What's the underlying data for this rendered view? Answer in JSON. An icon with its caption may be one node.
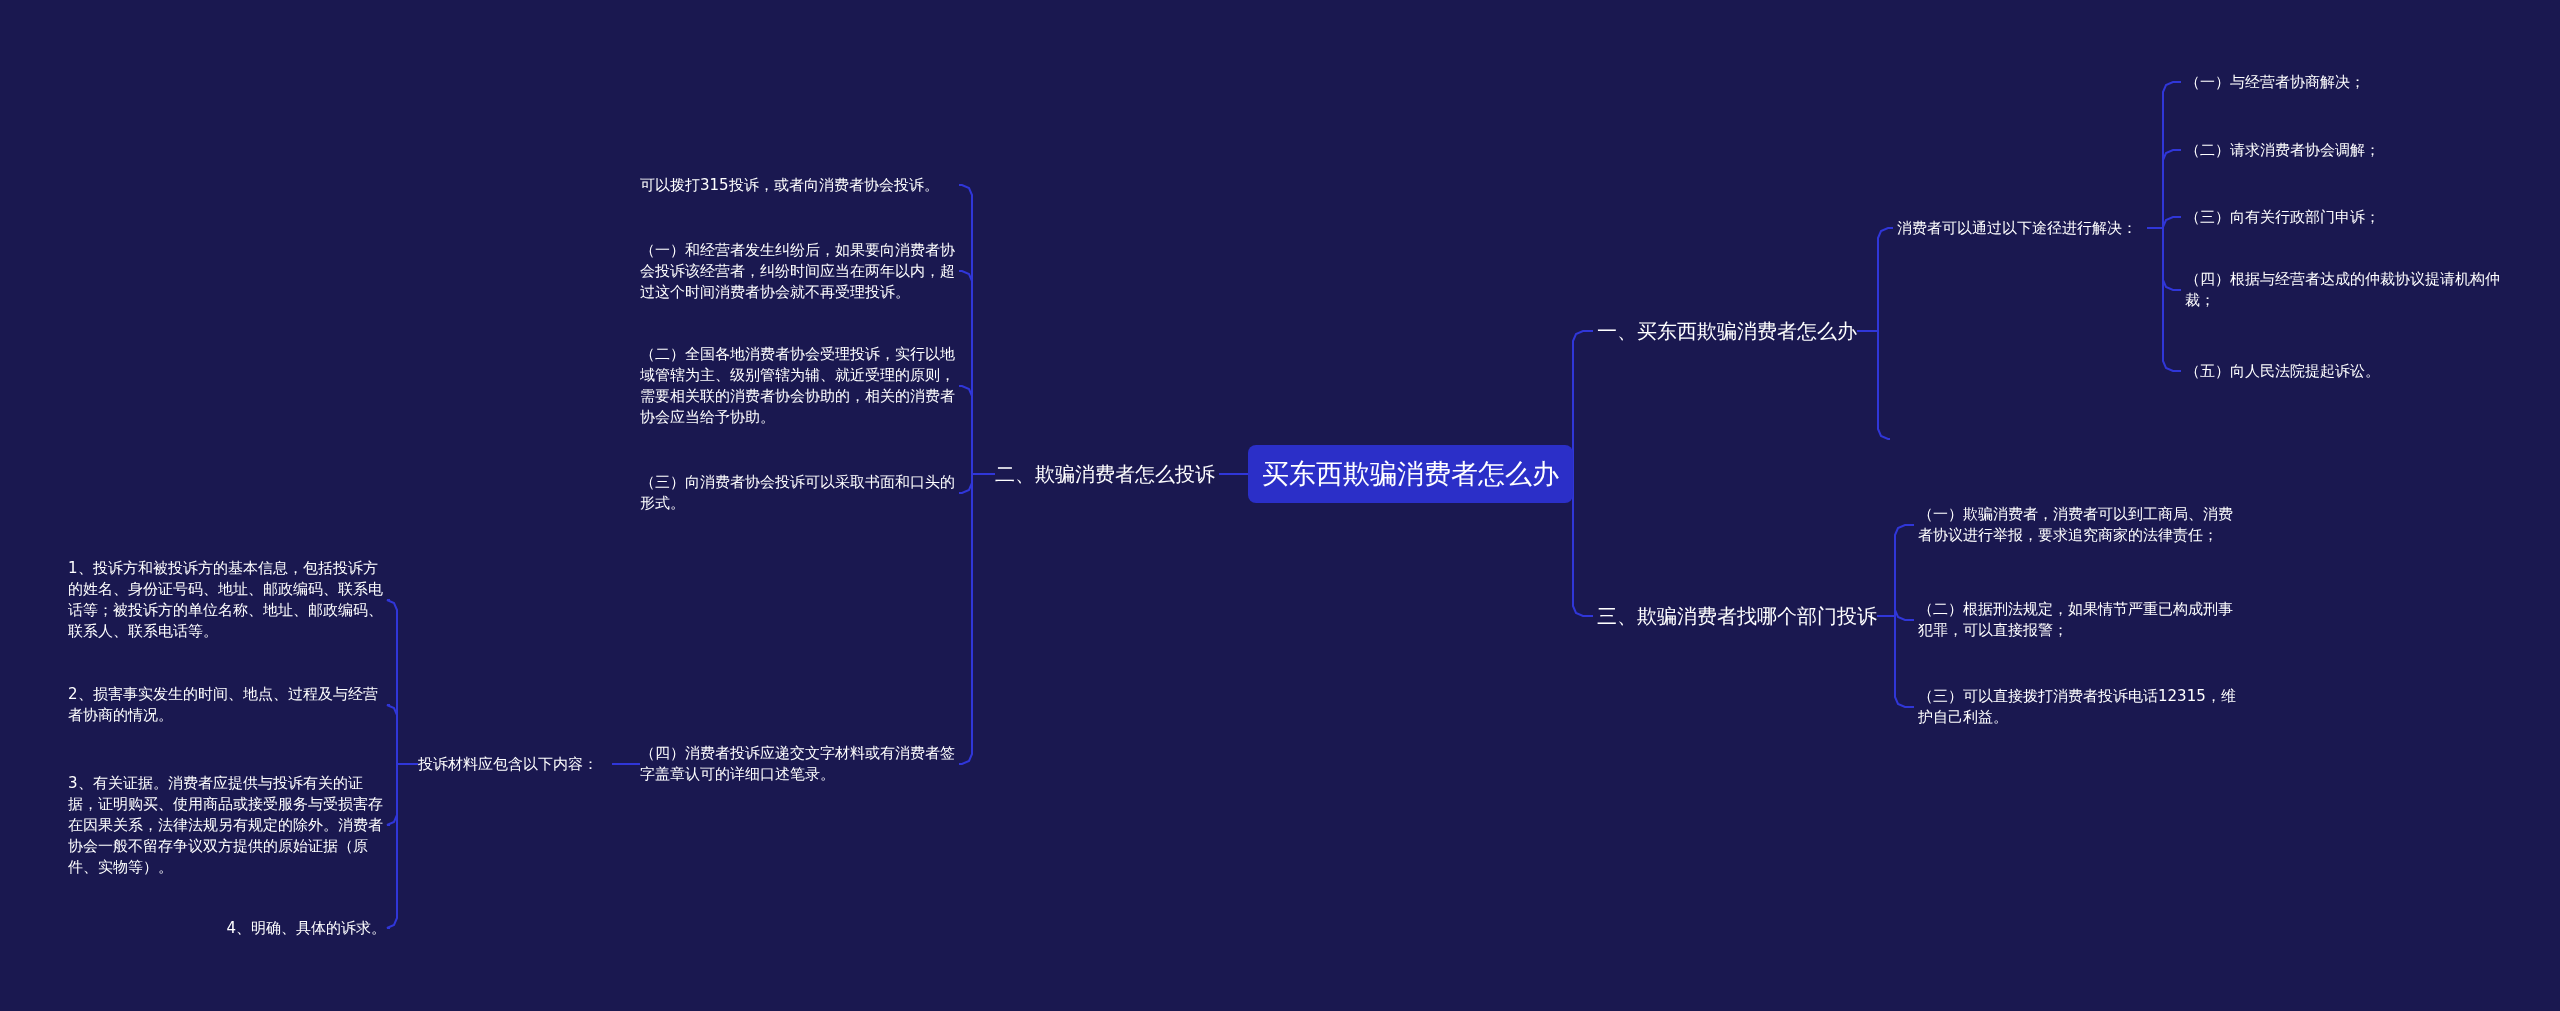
{
  "diagram": {
    "nodes": [
      {
        "text": [
          "买东西欺骗消费者怎么办"
        ]
      },
      {
        "text": [
          "一、买东西欺骗消费者怎么办"
        ]
      },
      {
        "text": [
          "消费者可以通过以下途径进行解决："
        ]
      },
      {
        "text": [
          "（一）与经营者协商解决；"
        ]
      },
      {
        "text": [
          "（二）请求消费者协会调解；"
        ]
      },
      {
        "text": [
          "（三）向有关行政部门申诉；"
        ]
      },
      {
        "text": [
          "（四）根据与经营者达成的仲裁协议提请机构仲裁；"
        ]
      },
      {
        "text": [
          "（五）向人民法院提起诉讼。"
        ]
      },
      {
        "text": [
          "三、欺骗消费者找哪个部门投诉"
        ]
      },
      {
        "text": [
          "（一）欺骗消费者，消费者可以到工商局、消费者协议进行举报，要求追究商家的法律责任；"
        ]
      },
      {
        "text": [
          "（二）根据刑法规定，如果情节严重已构成刑事犯罪，可以直接报警；"
        ]
      },
      {
        "text": [
          "（三）可以直接拨打消费者投诉电话12315，维护自己利益。"
        ]
      },
      {
        "text": [
          "二、欺骗消费者怎么投诉"
        ]
      },
      {
        "text": [
          "可以拨打315投诉，或者向消费者协会投诉。"
        ]
      },
      {
        "text": [
          "（一）和经营者发生纠纷后，如果要向消费者协会投诉该经营者，纠纷时间应当在两年以内，超过这个时间消费者协会就不再受理投诉。"
        ]
      },
      {
        "text": [
          "（二）全国各地消费者协会受理投诉，实行以地域管辖为主、级别管辖为辅、就近受理的原则，需要相关联的消费者协会协助的，相关的消费者协会应当给予协助。"
        ]
      },
      {
        "text": [
          "（三）向消费者协会投诉可以采取书面和口头的形式。"
        ]
      },
      {
        "text": [
          "（四）消费者投诉应递交文字材料或有消费者签字盖章认可的详细口述笔录。"
        ]
      },
      {
        "text": [
          "投诉材料应包含以下内容："
        ]
      },
      {
        "text": [
          "1、投诉方和被投诉方的基本信息，包括投诉方的姓名、身份证号码、地址、邮政编码、联系电话等；被投诉方的单位名称、地址、邮政编码、联系人、联系电话等。"
        ]
      },
      {
        "text": [
          "2、损害事实发生的时间、地点、过程及与经营者协商的情况。"
        ]
      },
      {
        "text": [
          "3、有关证据。消费者应提供与投诉有关的证据，证明购买、使用商品或接受服务与受损害存在因果关系，法律法规另有规定的除外。消费者协会一般不留存争议双方提供的原始证据（原件、实物等）。"
        ]
      },
      {
        "text": [
          "4、明确、具体的诉求。"
        ]
      }
    ],
    "edges": [
      {
        "from": 0,
        "to": 1,
        "arrow": "none"
      },
      {
        "from": 0,
        "to": 8,
        "arrow": "none"
      },
      {
        "from": 0,
        "to": 12,
        "arrow": "none"
      },
      {
        "from": 1,
        "to": 2,
        "arrow": "none"
      },
      {
        "from": 1,
        "to": null,
        "arrow": "none"
      },
      {
        "from": 2,
        "to": 3,
        "arrow": "none"
      },
      {
        "from": 2,
        "to": 4,
        "arrow": "none"
      },
      {
        "from": 2,
        "to": 5,
        "arrow": "none"
      },
      {
        "from": 2,
        "to": 6,
        "arrow": "none"
      },
      {
        "from": 2,
        "to": 7,
        "arrow": "none"
      },
      {
        "from": 8,
        "to": 9,
        "arrow": "none"
      },
      {
        "from": 8,
        "to": 10,
        "arrow": "none"
      },
      {
        "from": 8,
        "to": 11,
        "arrow": "none"
      },
      {
        "from": 12,
        "to": 13,
        "arrow": "none"
      },
      {
        "from": 12,
        "to": 14,
        "arrow": "none"
      },
      {
        "from": 12,
        "to": 15,
        "arrow": "none"
      },
      {
        "from": 12,
        "to": 16,
        "arrow": "none"
      },
      {
        "from": 12,
        "to": 17,
        "arrow": "none"
      },
      {
        "from": 17,
        "to": 18,
        "arrow": "none"
      },
      {
        "from": 18,
        "to": 19,
        "arrow": "none"
      },
      {
        "from": 18,
        "to": 20,
        "arrow": "none"
      },
      {
        "from": 18,
        "to": 21,
        "arrow": "none"
      },
      {
        "from": 18,
        "to": 22,
        "arrow": "none"
      }
    ]
  }
}
